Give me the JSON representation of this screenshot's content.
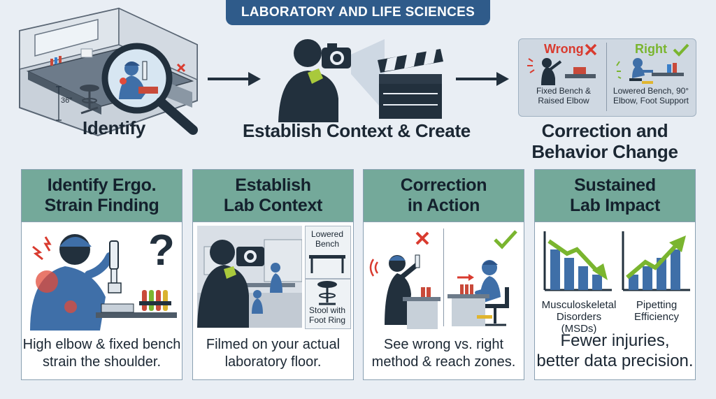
{
  "header": {
    "title": "LABORATORY AND LIFE SCIENCES"
  },
  "steps": [
    {
      "label": "Identify"
    },
    {
      "label": "Establish Context & Create"
    },
    {
      "label": "Correction and\nBehavior Change"
    }
  ],
  "lab_scene": {
    "bench_height": "36\""
  },
  "comparison": {
    "wrong_label": "Wrong",
    "right_label": "Right",
    "wrong_caption": "Fixed Bench &\nRaised Elbow",
    "right_caption": "Lowered Bench, 90°\nElbow, Foot Support"
  },
  "panels": [
    {
      "title": "Identify Ergo.\nStrain Finding",
      "caption": "High elbow & fixed bench\nstrain the shoulder."
    },
    {
      "title": "Establish\nLab Context",
      "caption": "Filmed on your actual\nlaboratory floor.",
      "labels": {
        "bench": "Lowered\nBench",
        "stool": "Stool with\nFoot Ring"
      }
    },
    {
      "title": "Correction\nin Action",
      "caption": "See wrong vs. right\nmethod & reach zones."
    },
    {
      "title": "Sustained\nLab Impact",
      "caption": "Fewer injuries,\nbetter data precision.",
      "charts": [
        {
          "label": "Musculoskeletal\nDisorders (MSDs)",
          "trend": "down"
        },
        {
          "label": "Pipetting\nEfficiency",
          "trend": "up"
        }
      ]
    }
  ],
  "colors": {
    "navy": "#2f5b8a",
    "teal": "#74a99a",
    "figure": "#3f6fa8",
    "dark": "#22303d",
    "red": "#d93b2f",
    "green": "#7ab52f"
  }
}
